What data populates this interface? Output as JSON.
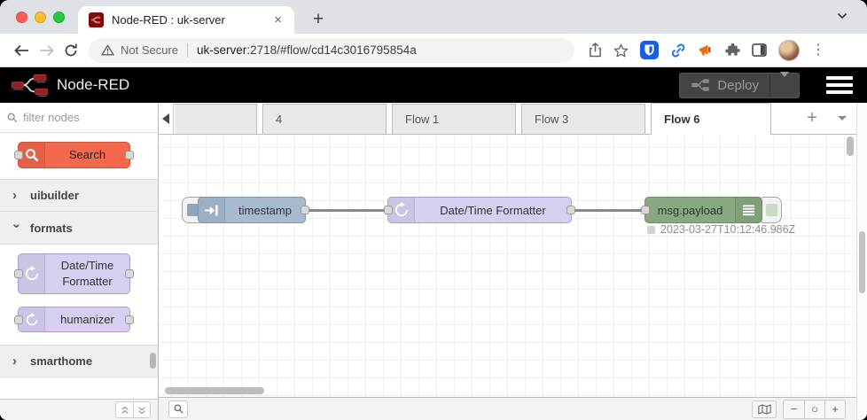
{
  "browser": {
    "tab_title": "Node-RED : uk-server",
    "tab_close_glyph": "×",
    "new_tab_glyph": "+",
    "security_label": "Not Secure",
    "url_host": "uk-server",
    "url_path": ":2718/#flow/cd14c3016795854a",
    "menu_glyph": "⋮"
  },
  "header": {
    "app_title": "Node-RED",
    "deploy_label": "Deploy"
  },
  "palette": {
    "filter_placeholder": "filter nodes",
    "search_node_label": "Search",
    "categories": [
      {
        "label": "uibuilder",
        "expanded": false
      },
      {
        "label": "formats",
        "expanded": true
      },
      {
        "label": "smarthome",
        "expanded": false
      }
    ],
    "formatter_node_line1": "Date/Time",
    "formatter_node_line2": "Formatter",
    "humanizer_node_label": "humanizer"
  },
  "flow_tabs": [
    {
      "label": ""
    },
    {
      "label": "4"
    },
    {
      "label": "Flow 1"
    },
    {
      "label": "Flow 3"
    },
    {
      "label": "Flow 6"
    }
  ],
  "tab_bar": {
    "add_glyph": "+"
  },
  "flow": {
    "inject_label": "timestamp",
    "formatter_label": "Date/Time Formatter",
    "debug_label": "msg.payload",
    "debug_status": "2023-03-27T10:12:46.986Z"
  },
  "footer": {
    "zoom_out_glyph": "−",
    "zoom_reset_glyph": "○",
    "zoom_in_glyph": "+"
  },
  "colors": {
    "header_bg": "#000000",
    "inject_node": "#a6bbcf",
    "formatter_node": "#d8cef0",
    "debug_node": "#87a980",
    "search_node": "#f2694c",
    "wire": "#888888",
    "deploy_bg": "#444444"
  }
}
